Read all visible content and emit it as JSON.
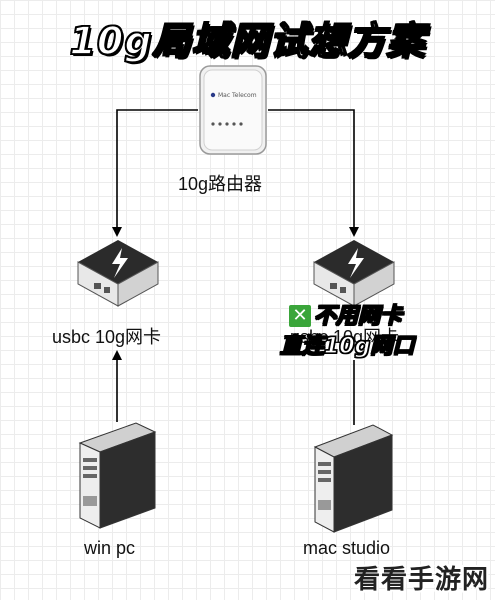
{
  "title": "10g局域网试想方案",
  "router": {
    "label": "10g路由器",
    "brand_text": "Mac Telecom"
  },
  "nic_left": {
    "label": "usbc 10g网卡"
  },
  "nic_right": {
    "label": "usbc 10g网卡"
  },
  "pc_left": {
    "label": "win pc"
  },
  "pc_right": {
    "label": "mac studio"
  },
  "annotation": {
    "line1": "不用网卡",
    "line2": "直连10g网口",
    "mark": "✕"
  },
  "watermark": "看看手游网",
  "colors": {
    "arrow": "#000000",
    "device_dark": "#1e1e1e",
    "device_light": "#e6e6e6",
    "check_green": "#3aa53a"
  }
}
